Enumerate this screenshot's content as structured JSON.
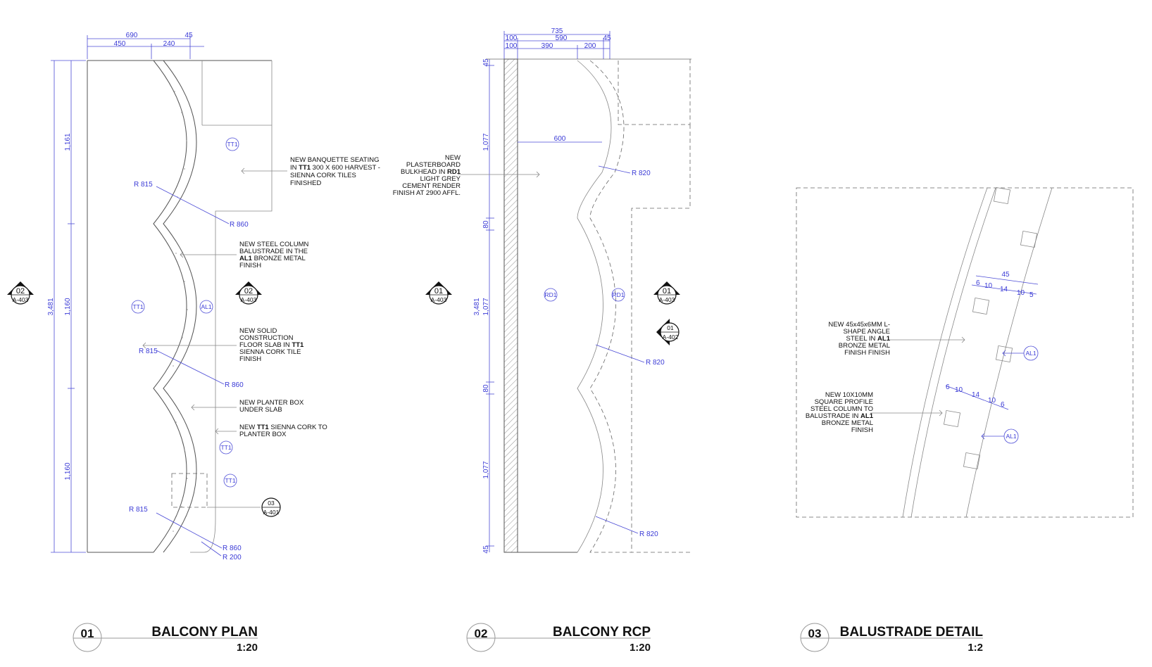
{
  "views": {
    "plan": {
      "number": "01",
      "title": "BALCONY PLAN",
      "scale": "1:20",
      "dims": {
        "top_overall": "690",
        "top_left": "450",
        "top_mid": "240",
        "top_right": "45",
        "left_overall": "3,481",
        "left_seg1": "1,161",
        "left_seg2": "1,160",
        "left_seg3": "1,160"
      },
      "radii": [
        "R 815",
        "R 860",
        "R 815",
        "R 860",
        "R 815",
        "R 860",
        "R 200"
      ],
      "tags": [
        "TT1",
        "TT1",
        "AL1",
        "TT1",
        "TT1"
      ],
      "notes": {
        "banquette": {
          "pre": "NEW BANQUETTE SEATING",
          "l2a": "IN ",
          "l2b": "TT1",
          "l2c": " 300 X 600 HARVEST -",
          "l3": "SIENNA CORK TILES",
          "l4": "FINISHED"
        },
        "column": {
          "l1": "NEW STEEL COLUMN",
          "l2": "BALUSTRADE IN THE",
          "l3b": "AL1",
          "l3c": " BRONZE METAL",
          "l4": "FINISH"
        },
        "slab": {
          "l1": "NEW SOLID",
          "l2": "CONSTRUCTION",
          "l3a": "FLOOR SLAB IN ",
          "l3b": "TT1",
          "l4": "SIENNA  CORK TILE",
          "l5": "FINISH"
        },
        "planter": {
          "l1": "NEW PLANTER BOX",
          "l2": "UNDER SLAB"
        },
        "tt1planter": {
          "l1a": "NEW ",
          "l1b": "TT1",
          "l1c": " SIENNA  CORK TO",
          "l2": "PLANTER BOX"
        }
      },
      "markers": {
        "left": {
          "num": "02",
          "sheet": "A-403"
        },
        "mid": {
          "num": "02",
          "sheet": "A-403"
        },
        "detail": {
          "num": "03",
          "sheet": "A-401"
        }
      }
    },
    "rcp": {
      "number": "02",
      "title": "BALCONY RCP",
      "scale": "1:20",
      "dims": {
        "top_overall": "735",
        "top_a": "100",
        "top_b": "590",
        "top_c": "45",
        "top_d": "100",
        "top_e": "390",
        "top_f": "200",
        "inner": "600",
        "left_overall": "3,481",
        "v1": "45",
        "v2": "1,077",
        "v3": "80",
        "v4": "1,077",
        "v5": "80",
        "v6": "1,077",
        "v7": "45"
      },
      "radii": [
        "R 820",
        "R 820",
        "R 820"
      ],
      "tags": [
        "RD1",
        "RD1"
      ],
      "notes": {
        "bulkhead": {
          "l1": "NEW",
          "l2": "PLASTERBOARD",
          "l3a": "BULKHEAD IN ",
          "l3b": "RD1",
          "l4": "LIGHT GREY",
          "l5": "CEMENT RENDER",
          "l6": "FINISH AT 2900 AFFL."
        }
      },
      "markers": {
        "left": {
          "num": "01",
          "sheet": "A-403"
        },
        "right": {
          "num": "01",
          "sheet": "A-403"
        },
        "side": {
          "num": "01",
          "sheet": "A-402"
        }
      }
    },
    "detail": {
      "number": "03",
      "title": "BALUSTRADE DETAIL",
      "scale": "1:2",
      "dims": {
        "top": "45",
        "a1": "6",
        "a2": "10",
        "a3": "14",
        "a4": "10",
        "a5": "5",
        "b1": "6",
        "b2": "10",
        "b3": "14",
        "b4": "10",
        "b5": "6"
      },
      "tags": [
        "AL1",
        "AL1"
      ],
      "notes": {
        "angle": {
          "l1": "NEW 45x45x6MM L-",
          "l2": "SHAPE ANGLE",
          "l3a": "STEEL IN ",
          "l3b": "AL1",
          "l4": "BRONZE METAL",
          "l5": "FINISH FINISH"
        },
        "column": {
          "l1": "NEW 10X10MM",
          "l2": "SQUARE PROFILE",
          "l3": "STEEL COLUMN TO",
          "l4a": "BALUSTRADE IN ",
          "l4b": "AL1",
          "l5": "BRONZE METAL",
          "l6": "FINISH"
        }
      }
    }
  },
  "colors": {
    "dimension": "#3a3ad6",
    "linework": "#555555"
  }
}
